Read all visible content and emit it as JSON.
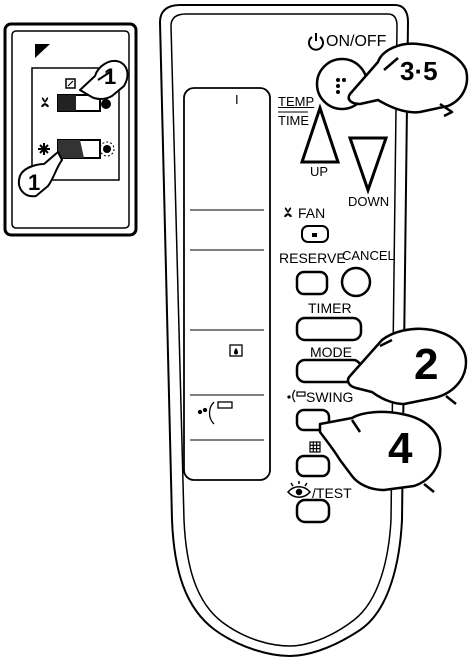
{
  "labels": {
    "on_off": "ON/OFF",
    "temp": "TEMP",
    "time": "TIME",
    "up": "UP",
    "down": "DOWN",
    "fan": "FAN",
    "reserve": "RESERVE",
    "cancel": "CANCEL",
    "timer": "TIMER",
    "mode": "MODE",
    "swing": "SWING",
    "test": "/TEST"
  },
  "callouts": {
    "step_1_top": "1",
    "step_1_bottom": "1",
    "step_3_5": "3·5",
    "step_2": "2",
    "step_4": "4"
  },
  "display": {
    "indicator": "I"
  },
  "icons": [
    "power-icon",
    "fan-icon",
    "dry-mode-icon",
    "swing-louver-icon",
    "grid-icon",
    "eye-icon",
    "snowflake-icon",
    "sun-icon",
    "daikin-logo-icon"
  ]
}
